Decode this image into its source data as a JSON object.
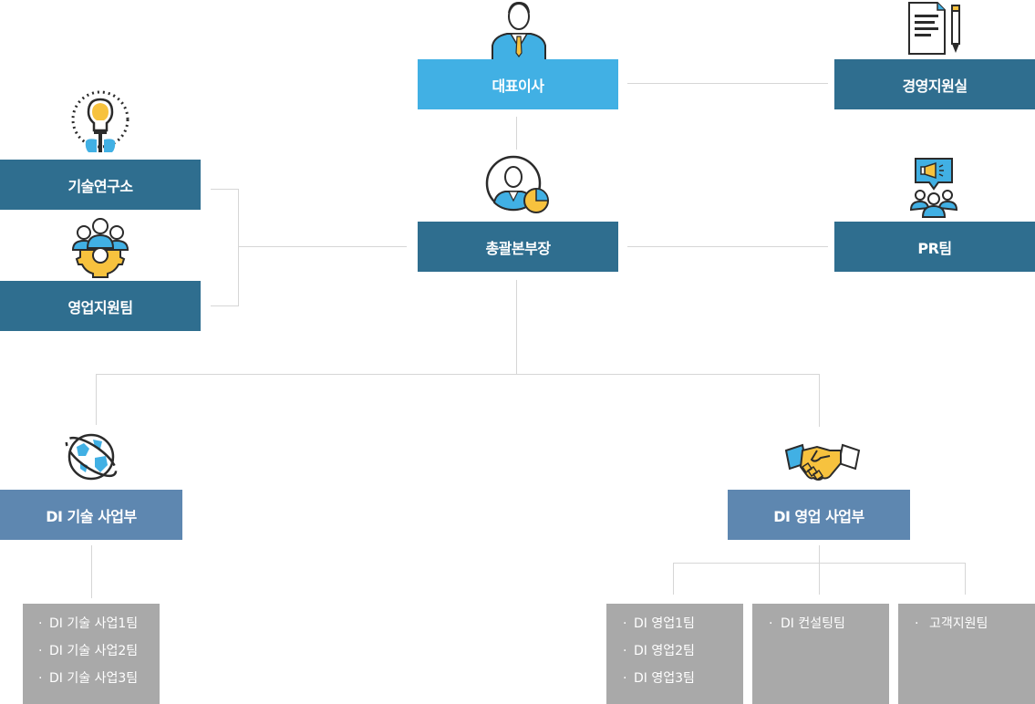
{
  "nodes": {
    "ceo": "대표이사",
    "management_support": "경영지원실",
    "general_hq": "총괄본부장",
    "pr_team": "PR팀",
    "tech_lab": "기술연구소",
    "sales_support": "영업지원팀",
    "di_tech_division": "DI 기술 사업부",
    "di_sales_division": "DI 영업 사업부"
  },
  "teams": {
    "tech": [
      "DI 기술 사업1팀",
      "DI 기술 사업2팀",
      "DI 기술 사업3팀"
    ],
    "sales": [
      "DI 영업1팀",
      "DI 영업2팀",
      "DI 영업3팀"
    ],
    "consulting": [
      "DI 컨설팅팀"
    ],
    "customer": [
      "고객지원팀"
    ]
  },
  "bullet": "·",
  "icons": {
    "ceo": "businessman-icon",
    "management_support": "document-pencil-icon",
    "general_hq": "manager-chart-icon",
    "pr_team": "megaphone-people-icon",
    "tech_lab": "lightbulb-icon",
    "sales_support": "team-gear-icon",
    "di_tech_division": "globe-orbit-icon",
    "di_sales_division": "handshake-icon"
  },
  "colors": {
    "light_blue": "#41b0e4",
    "dark_blue": "#2f6e8f",
    "mid_blue": "#5e87b0",
    "team_gray": "#a9a9a9",
    "accent_yellow": "#f7c23e",
    "line_gray": "#d6d6d6"
  }
}
